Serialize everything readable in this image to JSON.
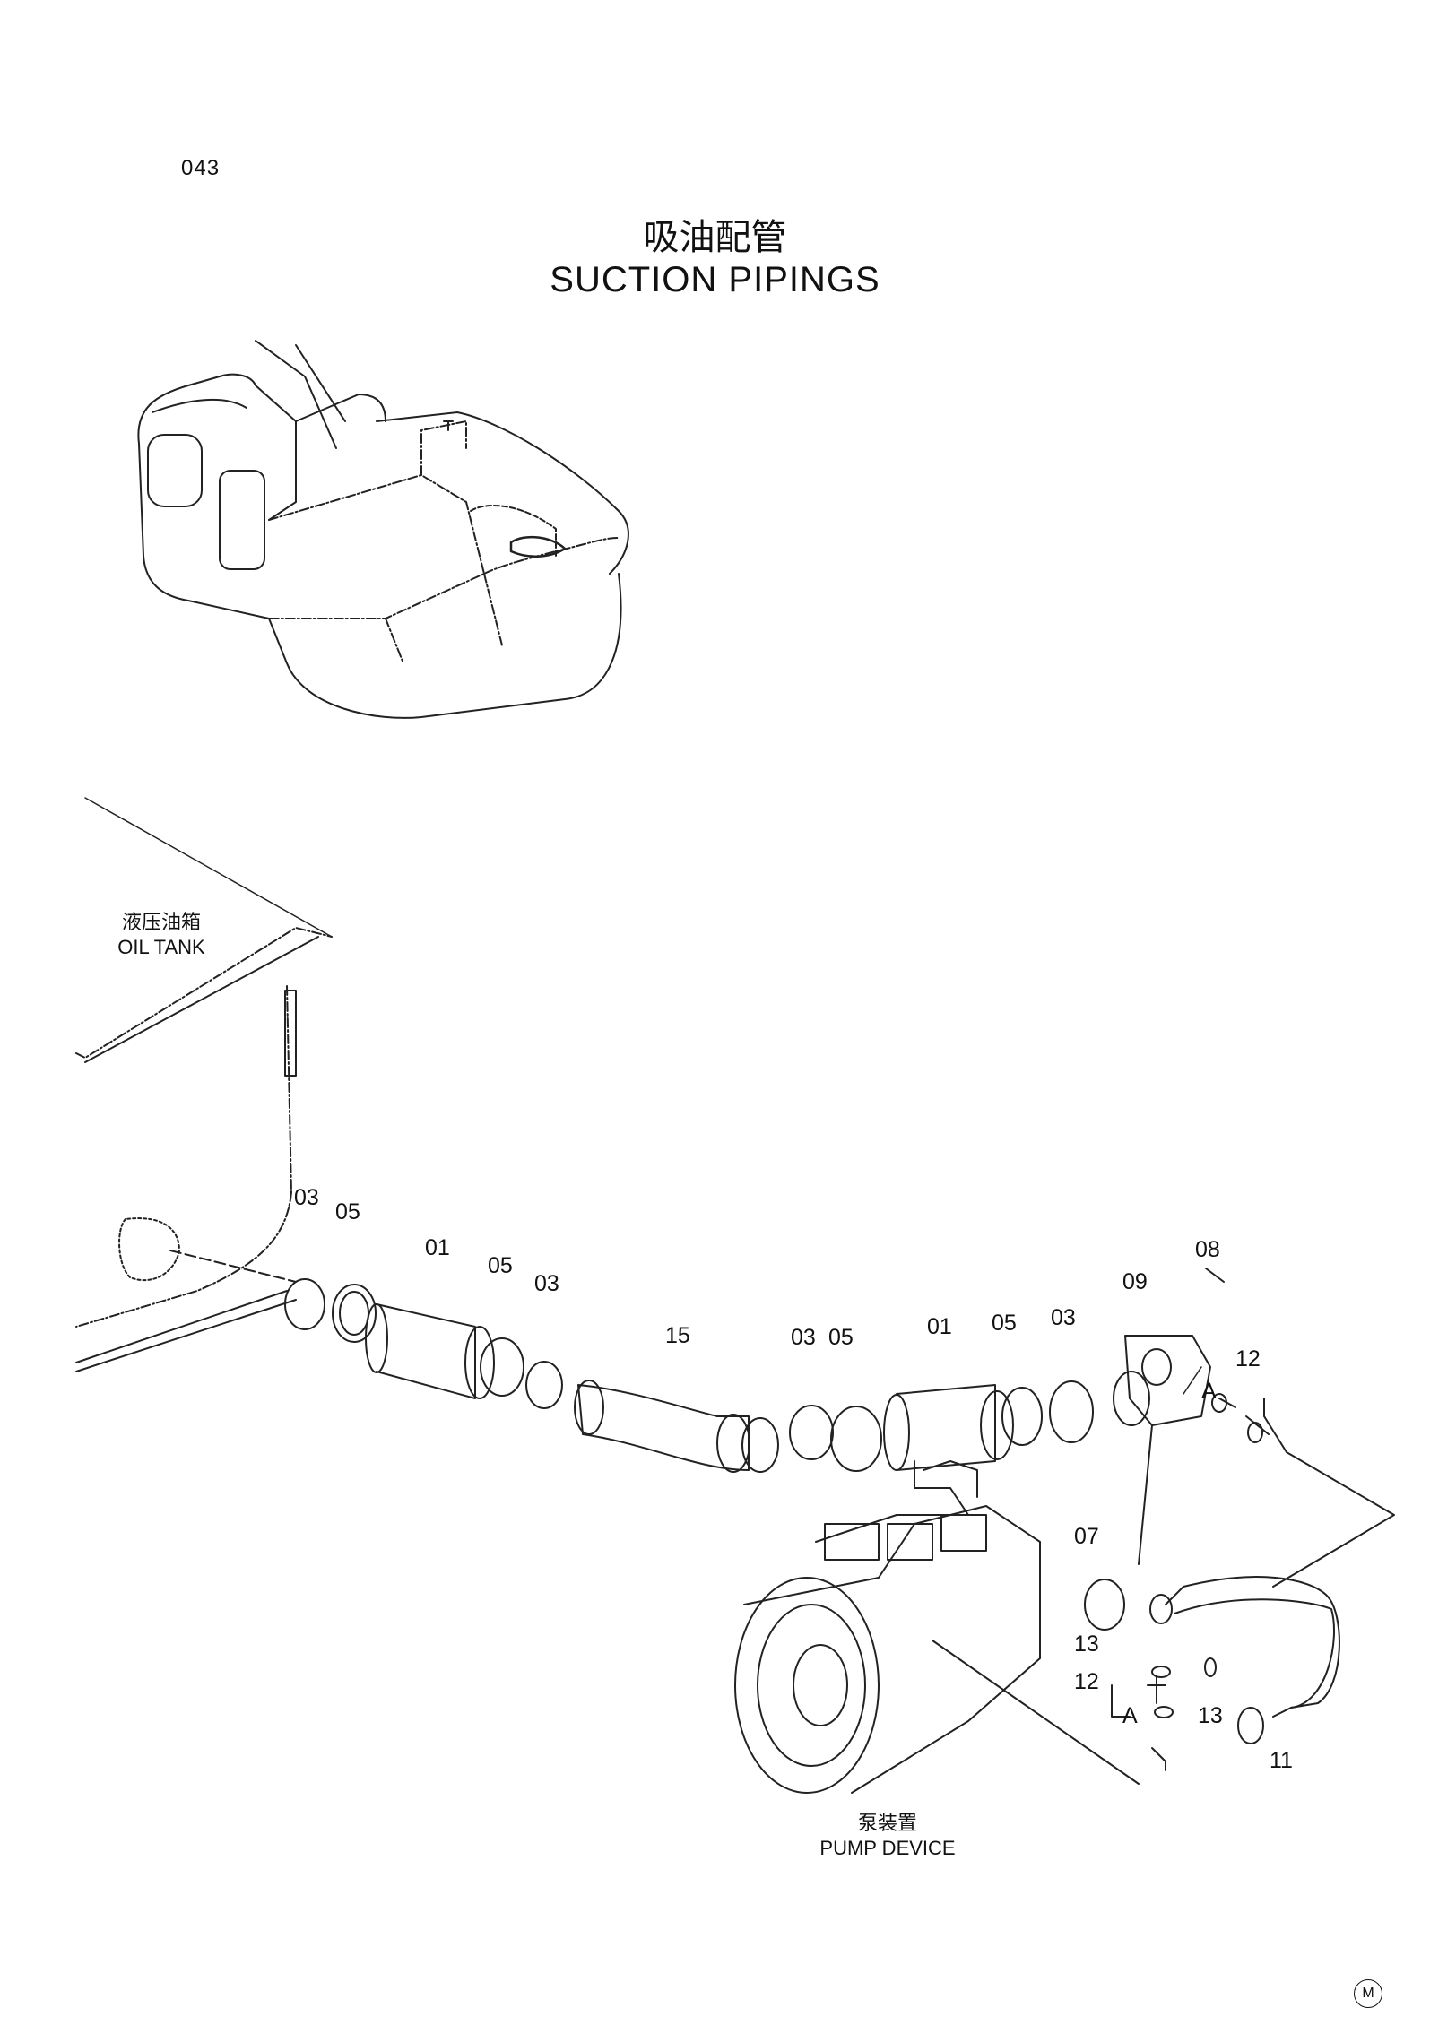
{
  "page_code": "043",
  "title_cn": "吸油配管",
  "title_en": "SUCTION  PIPINGS",
  "oil_tank": {
    "cn": "液压油箱",
    "en": "OIL TANK"
  },
  "pump_device": {
    "cn": "泵装置",
    "en": "PUMP DEVICE"
  },
  "detail_letter": "A",
  "corner_mark": "M",
  "part_numbers": {
    "p03a": "03",
    "p05a": "05",
    "p01a": "01",
    "p05b": "05",
    "p03b": "03",
    "p15": "15",
    "p03c": "03",
    "p05c": "05",
    "p01b": "01",
    "p05d": "05",
    "p03d": "03",
    "p09": "09",
    "p08": "08",
    "p12a": "12",
    "p07": "07",
    "p13a": "13",
    "p12b": "12",
    "p13b": "13",
    "p11": "11"
  }
}
